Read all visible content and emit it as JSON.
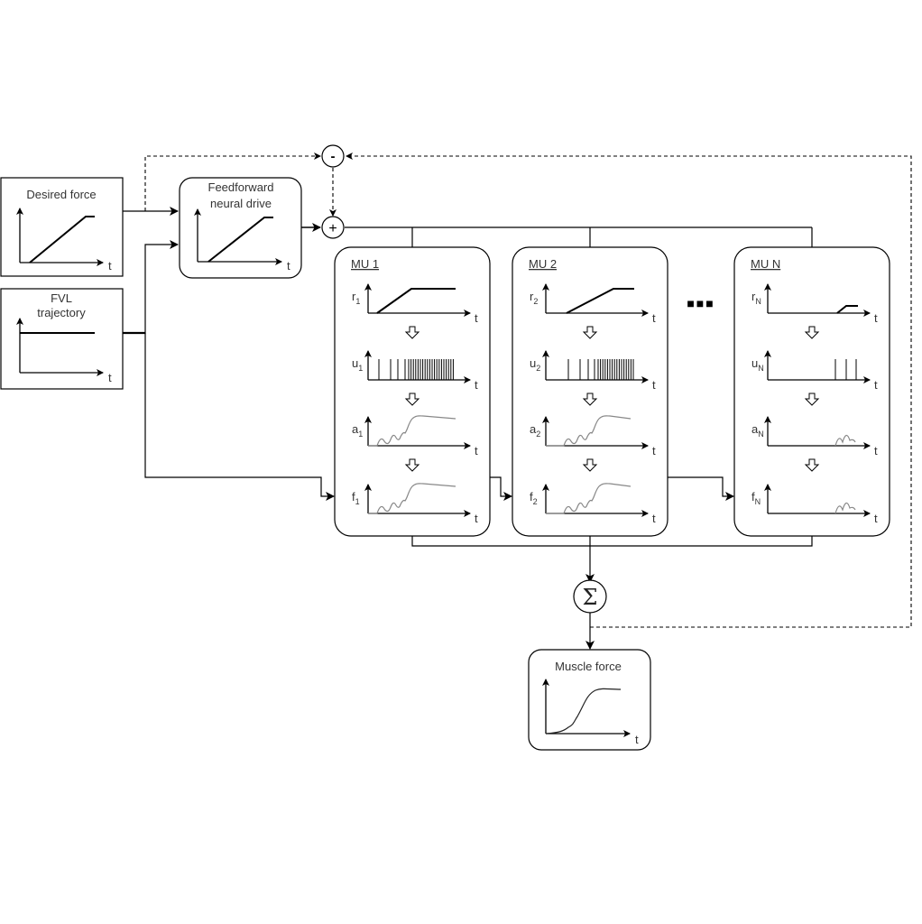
{
  "blocks": {
    "desired_force": {
      "title": "Desired force",
      "axis": "t"
    },
    "fvl": {
      "title_line1": "FVL",
      "title_line2": "trajectory",
      "axis": "t"
    },
    "feedforward": {
      "title_line1": "Feedforward",
      "title_line2": "neural drive",
      "axis": "t"
    },
    "muscle_force": {
      "title": "Muscle force",
      "axis": "t"
    }
  },
  "operators": {
    "minus": "-",
    "plus": "+",
    "sum": "Σ"
  },
  "ellipsis": "■■■",
  "motor_units": [
    {
      "title": "MU 1",
      "sub": "1",
      "r": "r",
      "u": "u",
      "a": "a",
      "f": "f",
      "t": "t"
    },
    {
      "title": "MU 2",
      "sub": "2",
      "r": "r",
      "u": "u",
      "a": "a",
      "f": "f",
      "t": "t"
    },
    {
      "title": "MU N",
      "sub": "N",
      "r": "r",
      "u": "u",
      "a": "a",
      "f": "f",
      "t": "t"
    }
  ]
}
